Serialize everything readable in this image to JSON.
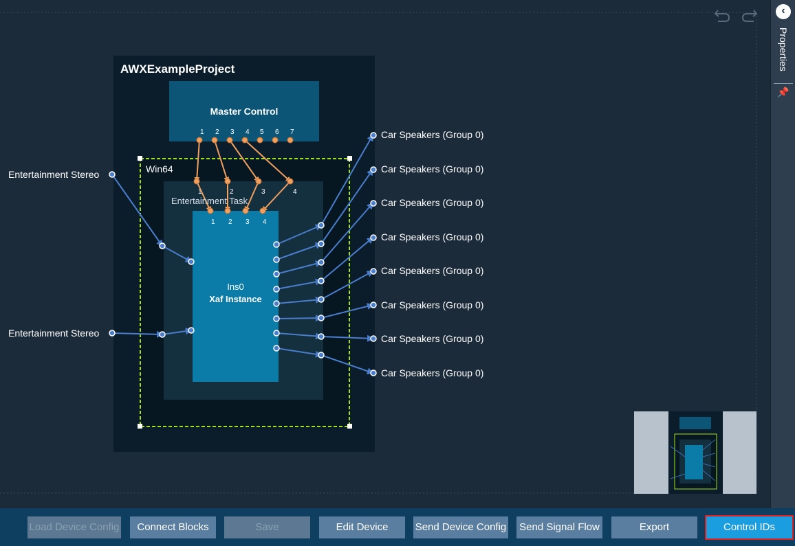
{
  "project": {
    "name": "AWXExampleProject"
  },
  "master_control": {
    "label": "Master Control",
    "pins": [
      "1",
      "2",
      "3",
      "4",
      "5",
      "6",
      "7"
    ]
  },
  "win64": {
    "label": "Win64",
    "pins": [
      "1",
      "2",
      "3",
      "4"
    ]
  },
  "task": {
    "label": "Entertainment Task",
    "pins": [
      "1",
      "2",
      "3",
      "4"
    ]
  },
  "xaf": {
    "instance_id": "Ins0",
    "label": "Xaf Instance"
  },
  "inputs": [
    "Entertainment Stereo",
    "Entertainment Stereo"
  ],
  "outputs": [
    "Car Speakers (Group 0)",
    "Car Speakers (Group 0)",
    "Car Speakers (Group 0)",
    "Car Speakers (Group 0)",
    "Car Speakers (Group 0)",
    "Car Speakers (Group 0)",
    "Car Speakers (Group 0)",
    "Car Speakers (Group 0)"
  ],
  "colors": {
    "control_wire": "#f0a060",
    "signal_wire": "#4a7ecc",
    "selection": "#a0e020"
  },
  "toolbar": {
    "load_device_config": "Load Device Config",
    "connect_blocks": "Connect Blocks",
    "save": "Save",
    "edit_device": "Edit Device",
    "send_device_config": "Send Device Config",
    "send_signal_flow": "Send Signal Flow",
    "export": "Export",
    "control_ids": "Control IDs"
  },
  "properties_panel": {
    "title": "Properties",
    "collapse_icon": "chevron-left-icon",
    "pin_icon": "pin-icon"
  },
  "canvas_icons": {
    "undo": "undo-icon",
    "redo": "redo-icon"
  }
}
